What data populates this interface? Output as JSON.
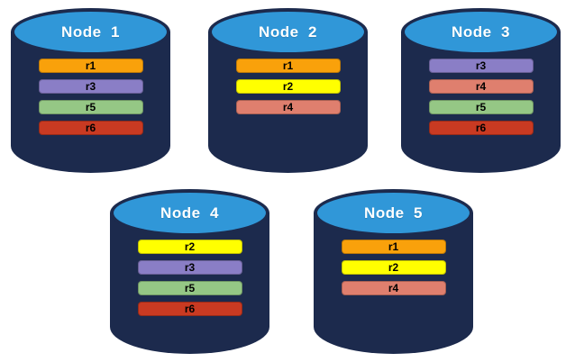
{
  "colors": {
    "background": "#ffffff",
    "cylinder_body": "#1c2a4d",
    "cylinder_top": "#3097d8",
    "title_text": "#ffffff",
    "bar_text": "#000000",
    "replica_colors": {
      "r1": "#f9a10b",
      "r2": "#ffff00",
      "r3": "#8a7ec6",
      "r4": "#df7f6e",
      "r5": "#95c785",
      "r6": "#c93a22"
    }
  },
  "icons": {
    "node_shape": "database-cylinder-icon"
  },
  "nodes": [
    {
      "label": "Node  1",
      "replicas": [
        "r1",
        "r3",
        "r5",
        "r6"
      ]
    },
    {
      "label": "Node  2",
      "replicas": [
        "r1",
        "r2",
        "r4"
      ]
    },
    {
      "label": "Node  3",
      "replicas": [
        "r3",
        "r4",
        "r5",
        "r6"
      ]
    },
    {
      "label": "Node  4",
      "replicas": [
        "r2",
        "r3",
        "r5",
        "r6"
      ]
    },
    {
      "label": "Node  5",
      "replicas": [
        "r1",
        "r2",
        "r4"
      ]
    }
  ]
}
